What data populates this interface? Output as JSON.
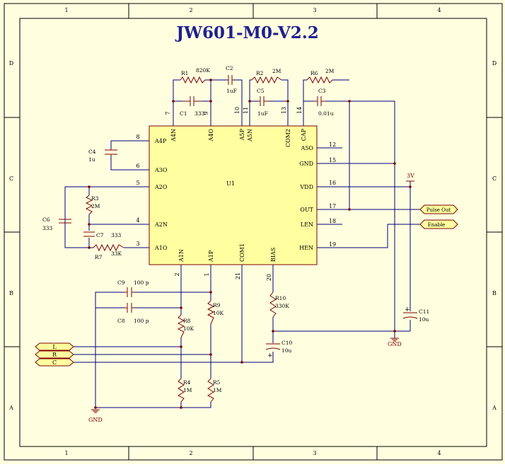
{
  "title": "JW601-M0-V2.2",
  "border": {
    "columns": [
      "1",
      "2",
      "3",
      "4"
    ],
    "rows": [
      "D",
      "C",
      "B",
      "A"
    ]
  },
  "chip": {
    "ref": "U1",
    "top_pins": [
      {
        "num": "7",
        "name": "A4N"
      },
      {
        "num": "9",
        "name": "A4O"
      },
      {
        "num": "10",
        "name": "A5P"
      },
      {
        "num": "11",
        "name": "A5N"
      },
      {
        "num": "13",
        "name": "COM2"
      },
      {
        "num": "14",
        "name": "CAP"
      }
    ],
    "left_pins": [
      {
        "num": "8",
        "name": "A4P"
      },
      {
        "num": "6",
        "name": "A3O"
      },
      {
        "num": "5",
        "name": "A2O"
      },
      {
        "num": "4",
        "name": "A2N"
      },
      {
        "num": "3",
        "name": "A1O"
      }
    ],
    "right_pins": [
      {
        "num": "12",
        "name": "A5O"
      },
      {
        "num": "15",
        "name": "GND"
      },
      {
        "num": "16",
        "name": "VDD"
      },
      {
        "num": "17",
        "name": "OUT"
      },
      {
        "num": "18",
        "name": "LEN"
      },
      {
        "num": "19",
        "name": "HEN"
      }
    ],
    "bottom_pins": [
      {
        "num": "2",
        "name": "A1N"
      },
      {
        "num": "1",
        "name": "A1P"
      },
      {
        "num": "21",
        "name": "COM1"
      },
      {
        "num": "20",
        "name": "BIAS"
      }
    ]
  },
  "components": {
    "R1": {
      "ref": "R1",
      "value": "820K"
    },
    "C2": {
      "ref": "C2",
      "value": "1uF"
    },
    "C1": {
      "ref": "C1",
      "value": "333"
    },
    "R2": {
      "ref": "R2",
      "value": "2M"
    },
    "C5": {
      "ref": "C5",
      "value": "1uF"
    },
    "R6": {
      "ref": "R6",
      "value": "2M"
    },
    "C3": {
      "ref": "C3",
      "value": "0.01u"
    },
    "C4": {
      "ref": "C4",
      "value": "1u"
    },
    "R3": {
      "ref": "R3",
      "value": "2M"
    },
    "C6": {
      "ref": "C6",
      "value": "333"
    },
    "C7": {
      "ref": "C7",
      "value": "333"
    },
    "R7": {
      "ref": "R7",
      "value": "33K"
    },
    "C9": {
      "ref": "C9",
      "value": "100 p"
    },
    "C8": {
      "ref": "C8",
      "value": "100 p"
    },
    "R8": {
      "ref": "R8",
      "value": "10K"
    },
    "R9": {
      "ref": "R9",
      "value": "10K"
    },
    "R4": {
      "ref": "R4",
      "value": "1M"
    },
    "R5": {
      "ref": "R5",
      "value": "1M"
    },
    "R10": {
      "ref": "R10",
      "value": "330K"
    },
    "C10": {
      "ref": "C10",
      "value": "10u"
    },
    "C11": {
      "ref": "C11",
      "value": "10u"
    }
  },
  "ports": {
    "pulse_out": "Pulse Out",
    "enable": "Enable",
    "l": "L",
    "r": "R",
    "c": "C"
  },
  "power": {
    "vdd": "3V",
    "gnd_right": "GND",
    "gnd_left": "GND"
  },
  "colors": {
    "sheet": "#ffffe0",
    "border_line": "#000000",
    "wire": "#00007f",
    "component": "#7f0000",
    "chip_fill": "#ffff9f",
    "title": "#1f1f8f",
    "port_fill": "#ffff9f"
  }
}
